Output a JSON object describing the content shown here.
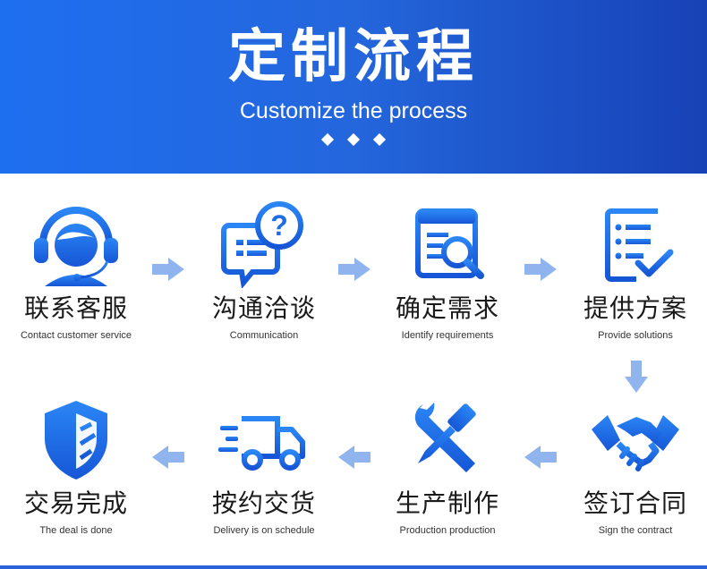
{
  "header": {
    "title": "定制流程",
    "subtitle": "Customize the process"
  },
  "steps": [
    {
      "cn": "联系客服",
      "en": "Contact customer service",
      "icon": "headset-agent-icon"
    },
    {
      "cn": "沟通洽谈",
      "en": "Communication",
      "icon": "chat-question-icon"
    },
    {
      "cn": "确定需求",
      "en": "Identify requirements",
      "icon": "document-search-icon"
    },
    {
      "cn": "提供方案",
      "en": "Provide solutions",
      "icon": "checklist-icon"
    },
    {
      "cn": "签订合同",
      "en": "Sign the contract",
      "icon": "handshake-icon"
    },
    {
      "cn": "生产制作",
      "en": "Production production",
      "icon": "wrench-screwdriver-icon"
    },
    {
      "cn": "按约交货",
      "en": "Delivery is on schedule",
      "icon": "delivery-truck-icon"
    },
    {
      "cn": "交易完成",
      "en": "The deal is done",
      "icon": "shield-icon"
    }
  ],
  "colors": {
    "header_gradient": [
      "#1e6ff0",
      "#1742b6"
    ],
    "icon_blue": "#1f6de6",
    "arrow_blue": "#8fb4ee",
    "text": "#1a1a1a"
  }
}
